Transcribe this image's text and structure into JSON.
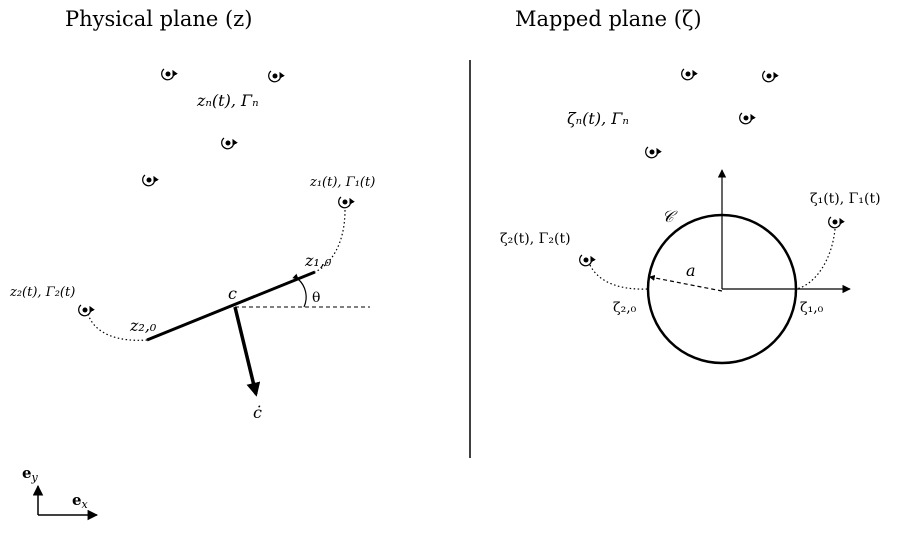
{
  "titles": {
    "physical": "Physical plane (z)",
    "mapped": "Mapped plane (ζ)"
  },
  "physical": {
    "vortex_label": "zₙ(t), Γₙ",
    "z1_label": "z₁(t), Γ₁(t)",
    "z2_label": "z₂(t), Γ₂(t)",
    "z10": "z₁,₀",
    "z20": "z₂,₀",
    "c": "c",
    "theta": "θ",
    "cdot": "ċ"
  },
  "mapped": {
    "vortex_label": "ζₙ(t), Γₙ",
    "zeta1_label": "ζ₁(t), Γ₁(t)",
    "zeta2_label": "ζ₂(t), Γ₂(t)",
    "circle_label": "𝒞",
    "radius_label": "a",
    "zeta10": "ζ₁,₀",
    "zeta20": "ζ₂,₀"
  },
  "axes": {
    "ey": "e_y",
    "ex": "e_x"
  },
  "icons": [
    "vortex-icon",
    "arrow-icon"
  ]
}
